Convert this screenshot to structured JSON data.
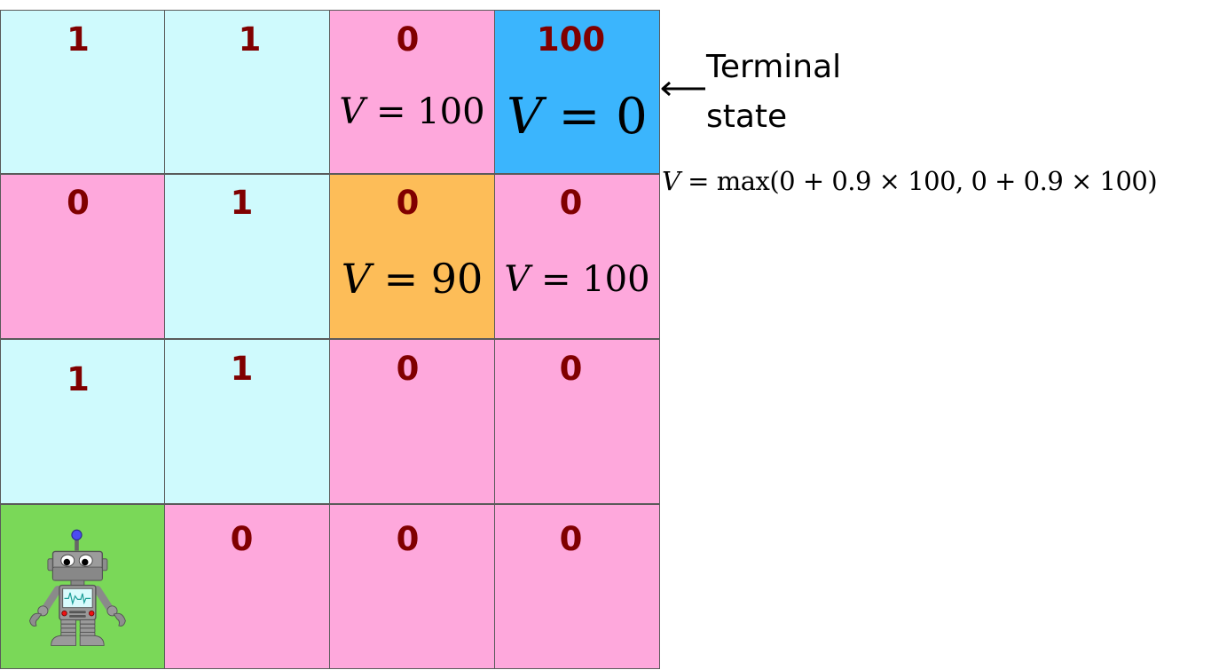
{
  "grid": {
    "rows": 4,
    "cols": 4,
    "colors": {
      "light_cyan": "#cffafd",
      "pink": "#fea8dc",
      "blue": "#3bb5fd",
      "orange": "#fdbd58",
      "green": "#7ad858",
      "reward_text": "#800000"
    },
    "cells": [
      {
        "row": 0,
        "col": 0,
        "color": "#cffafd",
        "reward": "1",
        "value": null
      },
      {
        "row": 0,
        "col": 1,
        "color": "#cffafd",
        "reward": "1",
        "value": null
      },
      {
        "row": 0,
        "col": 2,
        "color": "#fea8dc",
        "reward": "0",
        "value": "100"
      },
      {
        "row": 0,
        "col": 3,
        "color": "#3bb5fd",
        "reward": "100",
        "value": "0"
      },
      {
        "row": 1,
        "col": 0,
        "color": "#fea8dc",
        "reward": "0",
        "value": null
      },
      {
        "row": 1,
        "col": 1,
        "color": "#cffafd",
        "reward": "1",
        "value": null
      },
      {
        "row": 1,
        "col": 2,
        "color": "#fdbd58",
        "reward": "0",
        "value": "90"
      },
      {
        "row": 1,
        "col": 3,
        "color": "#fea8dc",
        "reward": "0",
        "value": "100"
      },
      {
        "row": 2,
        "col": 0,
        "color": "#cffafd",
        "reward": "1",
        "value": null
      },
      {
        "row": 2,
        "col": 1,
        "color": "#cffafd",
        "reward": "1",
        "value": null
      },
      {
        "row": 2,
        "col": 2,
        "color": "#fea8dc",
        "reward": "0",
        "value": null
      },
      {
        "row": 2,
        "col": 3,
        "color": "#fea8dc",
        "reward": "0",
        "value": null
      },
      {
        "row": 3,
        "col": 0,
        "color": "#7ad858",
        "reward": null,
        "value": null,
        "agent": "robot-icon"
      },
      {
        "row": 3,
        "col": 1,
        "color": "#fea8dc",
        "reward": "0",
        "value": null
      },
      {
        "row": 3,
        "col": 2,
        "color": "#fea8dc",
        "reward": "0",
        "value": null
      },
      {
        "row": 3,
        "col": 3,
        "color": "#fea8dc",
        "reward": "0",
        "value": null
      }
    ]
  },
  "labels": {
    "r0c0_reward": "1",
    "r0c1_reward": "1",
    "r0c2_reward": "0",
    "r0c3_reward": "100",
    "r1c0_reward": "0",
    "r1c1_reward": "1",
    "r1c2_reward": "0",
    "r1c3_reward": "0",
    "r2c0_reward": "1",
    "r2c1_reward": "1",
    "r2c2_reward": "0",
    "r2c3_reward": "0",
    "r3c1_reward": "0",
    "r3c2_reward": "0",
    "r3c3_reward": "0",
    "value_var": "V",
    "equals": "=",
    "r0c2_value": "100",
    "r0c3_value": "0",
    "r1c2_value": "90",
    "r1c3_value": "100"
  },
  "annotation": {
    "arrow": "←",
    "line1": "Terminal",
    "line2": "state"
  },
  "formula": {
    "lhs": "V",
    "rhs": "= max(0 + 0.9 × 100, 0 + 0.9 × 100)"
  }
}
